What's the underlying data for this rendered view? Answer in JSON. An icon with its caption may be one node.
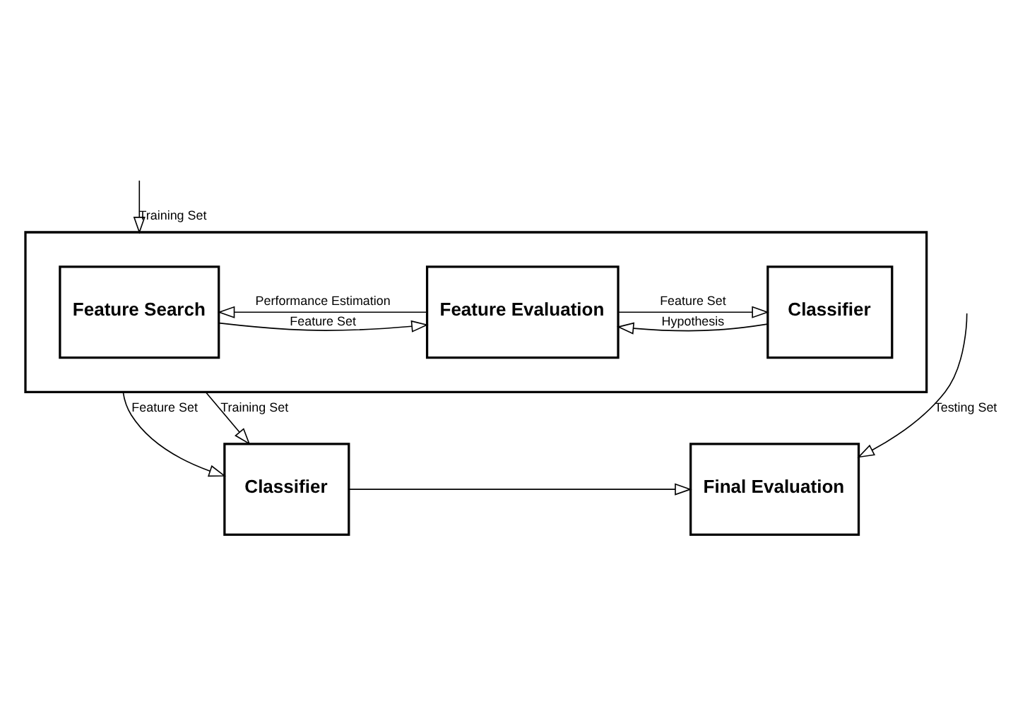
{
  "diagram": {
    "nodes": [
      {
        "text": [],
        "shape": "box"
      },
      {
        "text": [
          "Feature Search"
        ],
        "in": 0
      },
      {
        "text": [
          "Feature Evaluation"
        ],
        "in": 0
      },
      {
        "text": [
          "Classifier"
        ],
        "in": 0
      },
      {
        "text": [
          "Classifier"
        ]
      },
      {
        "text": [
          "Final Evaluation"
        ]
      }
    ],
    "edges": [
      {
        "from": null,
        "to": 0,
        "arrow": "to",
        "label": "Training Set"
      },
      {
        "from": 1,
        "to": 2,
        "arrow": "to",
        "label": "Feature Set"
      },
      {
        "from": 2,
        "to": 1,
        "arrow": "to",
        "label": "Performance Estimation"
      },
      {
        "from": 2,
        "to": 3,
        "arrow": "to",
        "label": "Feature Set"
      },
      {
        "from": 3,
        "to": 2,
        "arrow": "to",
        "label": "Hypothesis"
      },
      {
        "from": 0,
        "to": 4,
        "arrow": "to",
        "label": "Training Set"
      },
      {
        "from": 0,
        "to": 4,
        "arrow": "to",
        "label": "Feature Set"
      },
      {
        "from": 4,
        "to": 5,
        "arrow": "to"
      },
      {
        "from": null,
        "to": 5,
        "arrow": "to",
        "label": "Testing Set"
      }
    ]
  }
}
